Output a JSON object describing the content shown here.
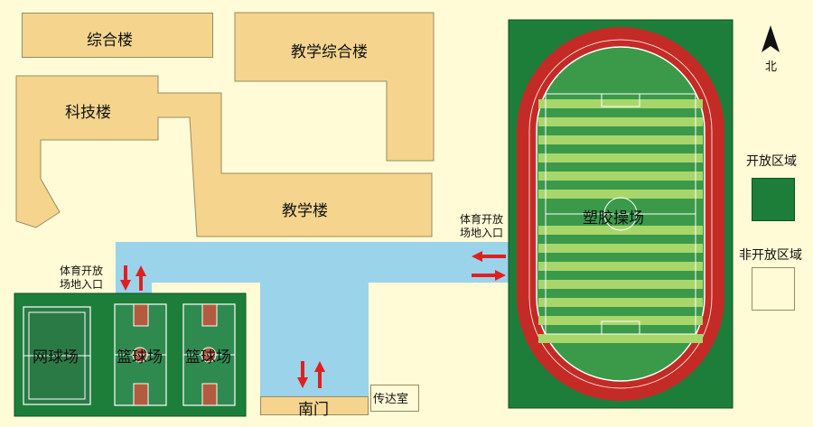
{
  "buildings": {
    "zonghe": "综合楼",
    "jiaoxue_zonghe": "教学综合楼",
    "keji": "科技楼",
    "jiaoxue": "教学楼",
    "chuanda": "传达室"
  },
  "gates": {
    "south_gate": "南门",
    "west_entrance": "体育开放场地入口",
    "east_entrance": "体育开放场地入口"
  },
  "facilities": {
    "tennis": "网球场",
    "basketball_1": "篮球场",
    "basketball_2": "篮球场",
    "track": "塑胶操场"
  },
  "legend": {
    "north": "北",
    "open_label": "开放区域",
    "closed_label": "非开放区域",
    "open_color": "#1d7e3a",
    "closed_color": "#fefbd6"
  }
}
